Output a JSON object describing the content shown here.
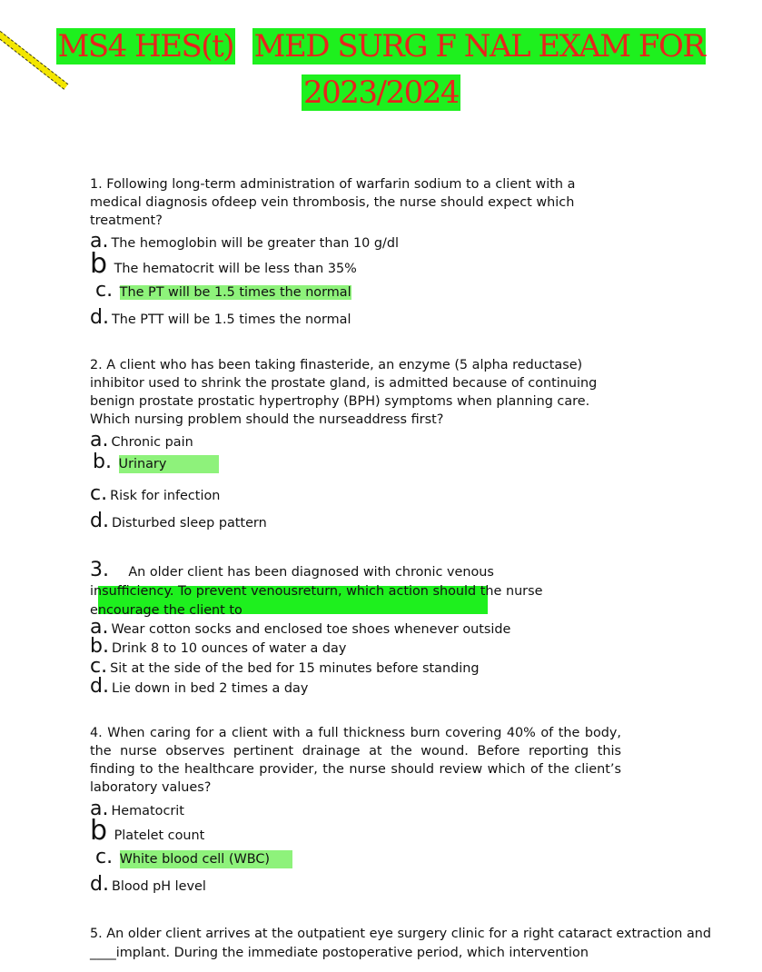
{
  "title": {
    "line1_a": "MS4 HES(t)",
    "line1_b": "MED SURG F NAL EXAM FOR",
    "line2": "2023/2024"
  },
  "questions": [
    {
      "text": "1. Following long-term administration of warfarin sodium to a client with a medical diagnosis ofdeep vein thrombosis, the nurse should expect which treatment?",
      "options": [
        {
          "letter": "a.",
          "text": "The hemoglobin will be greater than 10 g/dl"
        },
        {
          "letter": "b",
          "text": "The hematocrit will be less than 35%"
        },
        {
          "letter": "c.",
          "text": "The PT will be 1.5 times the normal"
        },
        {
          "letter": "d.",
          "text": "The PTT will be 1.5 times the normal"
        }
      ]
    },
    {
      "text": "2. A client who has been taking finasteride, an enzyme (5 alpha reductase) inhibitor used to shrink the prostate gland, is admitted because of continuing benign prostate prostatic hypertrophy (BPH) symptoms when planning care. Which nursing problem should the nurseaddress first?",
      "options": [
        {
          "letter": "a.",
          "text": "Chronic pain"
        },
        {
          "letter": "b.",
          "text": "Urinary"
        },
        {
          "letter": "c.",
          "text": "Risk for infection"
        },
        {
          "letter": "d.",
          "text": "Disturbed sleep pattern"
        }
      ]
    },
    {
      "number": "3.",
      "text_line1": "An older client has been diagnosed with chronic venous",
      "text_line2": "insufficiency. To prevent venousreturn, which action should the nurse",
      "text_line3": "encourage the client to",
      "options": [
        {
          "letter": "a.",
          "text": "Wear cotton socks and enclosed toe shoes whenever outside"
        },
        {
          "letter": "b.",
          "text": "Drink 8 to 10 ounces of water a day"
        },
        {
          "letter": "c.",
          "text": "Sit at the side of the bed for 15 minutes before standing"
        },
        {
          "letter": "d.",
          "text": "Lie down in bed 2 times a day"
        }
      ]
    },
    {
      "text": "4. When caring for a client with a full thickness burn covering 40% of the body, the nurse observes pertinent drainage at the wound. Before reporting this finding to the healthcare provider, the nurse should review which of the client’s laboratory values?",
      "options": [
        {
          "letter": "a.",
          "text": "Hematocrit"
        },
        {
          "letter": "b",
          "text": "Platelet count"
        },
        {
          "letter": "c.",
          "text": "White blood cell (WBC)"
        },
        {
          "letter": "d.",
          "text": "Blood pH level"
        }
      ]
    },
    {
      "text_line1": "5. An older client arrives at the outpatient eye surgery clinic for a right cataract extraction and",
      "text_line2": "____implant. During the immediate postoperative period, which intervention"
    }
  ],
  "colors": {
    "title_text": "#e8231c",
    "title_highlight": "#1ef01e",
    "answer_highlight": "#8ef27b"
  }
}
